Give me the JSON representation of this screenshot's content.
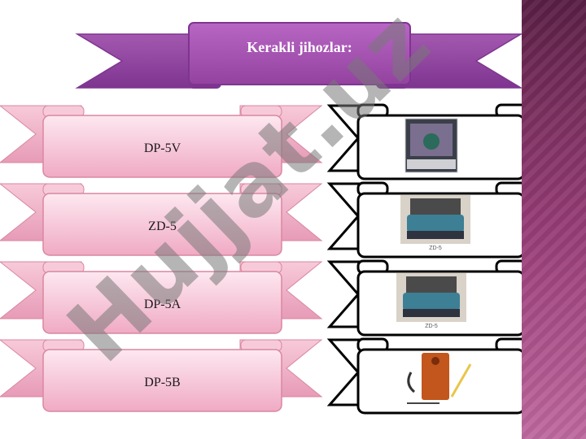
{
  "title": "Kerakli jihozlar:",
  "items": [
    {
      "label": "DP-5V",
      "photo": "device-photo-dp5v-icon",
      "caption": ""
    },
    {
      "label": "ZD-5",
      "photo": "device-photo-zd5-icon",
      "caption": "ZD-5"
    },
    {
      "label": "DP-5A",
      "photo": "device-photo-dp5a-icon",
      "caption": "ZD-5"
    },
    {
      "label": "DP-5B",
      "photo": "device-photo-dp5b-icon",
      "caption": ""
    }
  ],
  "watermark": "Hujjat.uz",
  "colors": {
    "title_banner": "#a24fb0",
    "title_banner_dark": "#7e3590",
    "pink_banner": "#f2bdd0",
    "pink_banner_light": "#fbe3ec",
    "pink_outline": "#d9879f",
    "side_panel": "#8a3670"
  }
}
